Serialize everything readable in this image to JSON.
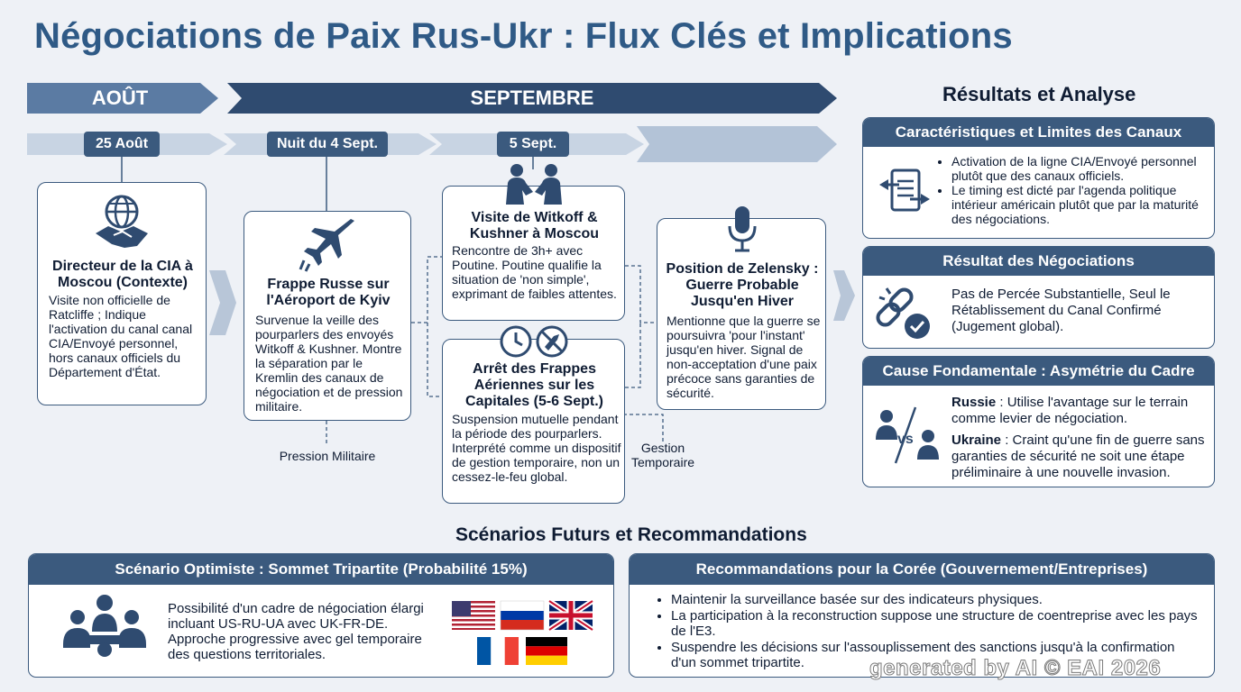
{
  "title": "Négociations de Paix Rus-Ukr : Flux Clés et Implications",
  "timeline": {
    "months": [
      "AOÛT",
      "SEPTEMBRE"
    ],
    "dates": [
      "25 Août",
      "Nuit du 4 Sept.",
      "5 Sept."
    ]
  },
  "events": {
    "cia": {
      "icon": "handshake-globe-icon",
      "title": "Directeur de la CIA à Moscou (Contexte)",
      "text": "Visite non officielle de Ratcliffe ; Indique l'activation du canal canal CIA/Envoyé personnel, hors canaux officiels du Département d'État."
    },
    "strike": {
      "icon": "fighter-jet-icon",
      "title": "Frappe Russe sur l'Aéroport de Kyiv",
      "text": "Survenue la veille des pourparlers des envoyés Witkoff & Kushner. Montre la séparation par le Kremlin des canaux de négociation et de pression militaire."
    },
    "visit": {
      "icon": "handshake-people-icon",
      "title": "Visite de Witkoff & Kushner à Moscou",
      "text": "Rencontre de 3h+ avec Poutine. Poutine qualifie la situation de 'non simple', exprimant de faibles attentes."
    },
    "halt": {
      "icons": [
        "clock-icon",
        "no-missile-icon"
      ],
      "title": "Arrêt des Frappes Aériennes sur les Capitales (5-6 Sept.)",
      "text": "Suspension mutuelle pendant la période des pourparlers. Interprété comme un dispositif de gestion temporaire, non un cessez-le-feu global."
    },
    "zelensky": {
      "icon": "microphone-icon",
      "title": "Position de Zelensky : Guerre Probable Jusqu'en Hiver",
      "text": "Mentionne que la guerre se poursuivra 'pour l'instant' jusqu'en hiver. Signal de non-acceptation d'une paix précoce sans garanties de sécurité."
    }
  },
  "labels": {
    "military_pressure": "Pression Militaire",
    "temporary_management": "Gestion Temporaire"
  },
  "results": {
    "heading": "Résultats et Analyse",
    "channels": {
      "title": "Caractéristiques et Limites des Canaux",
      "icon": "document-exchange-icon",
      "bullets": [
        "Activation de la ligne CIA/Envoyé personnel plutôt que des canaux officiels.",
        "Le timing est dicté par l'agenda politique intérieur américain plutôt que par la maturité des négociations."
      ]
    },
    "outcome": {
      "title": "Résultat des Négociations",
      "icon": "broken-chain-check-icon",
      "text": "Pas de Percée Substantielle, Seul le Rétablissement du Canal Confirmé (Jugement global)."
    },
    "cause": {
      "title": "Cause Fondamentale : Asymétrie du Cadre",
      "icon": "versus-icon",
      "russia_label": "Russie",
      "russia_text": " : Utilise l'avantage sur le terrain comme levier de négociation.",
      "ukraine_label": "Ukraine",
      "ukraine_text": " : Craint qu'une fin de guerre sans garanties de sécurité ne soit une étape préliminaire à une nouvelle invasion."
    }
  },
  "scenarios": {
    "heading": "Scénarios Futurs et Recommandations",
    "optimistic": {
      "title": "Scénario Optimiste : Sommet Tripartite (Probabilité 15%)",
      "icon": "meeting-group-icon",
      "text": "Possibilité d'un cadre de négociation élargi incluant US-RU-UA avec UK-FR-DE. Approche progressive avec gel temporaire des questions territoriales.",
      "flags": [
        "US",
        "RU",
        "UK",
        "FR",
        "DE"
      ]
    },
    "korea": {
      "title": "Recommandations pour la Corée (Gouvernement/Entreprises)",
      "bullets": [
        "Maintenir la surveillance basée sur des indicateurs physiques.",
        "La participation à la reconstruction suppose une structure de coentreprise avec les pays de l'E3.",
        "Suspendre les décisions sur l'assouplissement des sanctions jusqu'à la confirmation d'un sommet tripartite."
      ]
    }
  },
  "watermark": "generated by AI © EAI 2026",
  "colors": {
    "navy": "#3b5a7e",
    "title_blue": "#2f5a86",
    "background": "#eef1f6"
  }
}
